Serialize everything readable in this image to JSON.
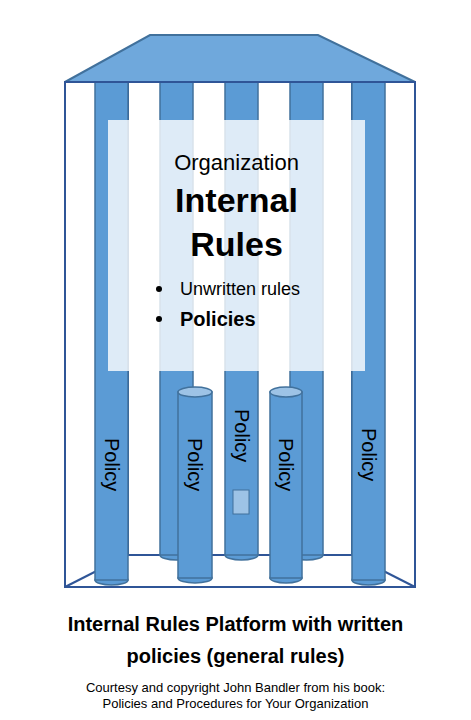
{
  "diagram": {
    "title": "Internal Rules Platform with written policies (general rules)",
    "caption": "Courtesy and copyright John Bandler from his book: Policies and Procedures for Your Organization",
    "nodes": [
      {
        "text": [
          "Organization",
          "Internal Rules",
          "Unwritten rules",
          "Policies"
        ]
      },
      {
        "text": [
          "Policy"
        ]
      },
      {
        "text": [
          "Policy"
        ]
      },
      {
        "text": [
          "Policy"
        ]
      },
      {
        "text": [
          "Policy"
        ]
      },
      {
        "text": [
          "Policy"
        ]
      }
    ]
  }
}
